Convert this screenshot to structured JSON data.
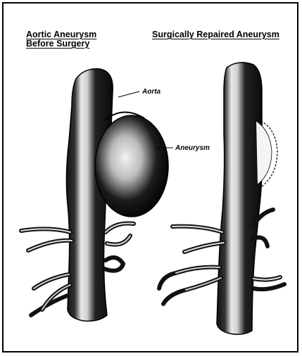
{
  "titles": {
    "before_line1": "Aortic Aneurysm",
    "before_line2": "Before Surgery",
    "after": "Surgically Repaired Aneurysm"
  },
  "labels": {
    "aorta": "Aorta",
    "aneurysm": "Aneurysm"
  },
  "colors": {
    "ink": "#000000",
    "background": "#ffffff",
    "shade": "#1a1a1a"
  }
}
